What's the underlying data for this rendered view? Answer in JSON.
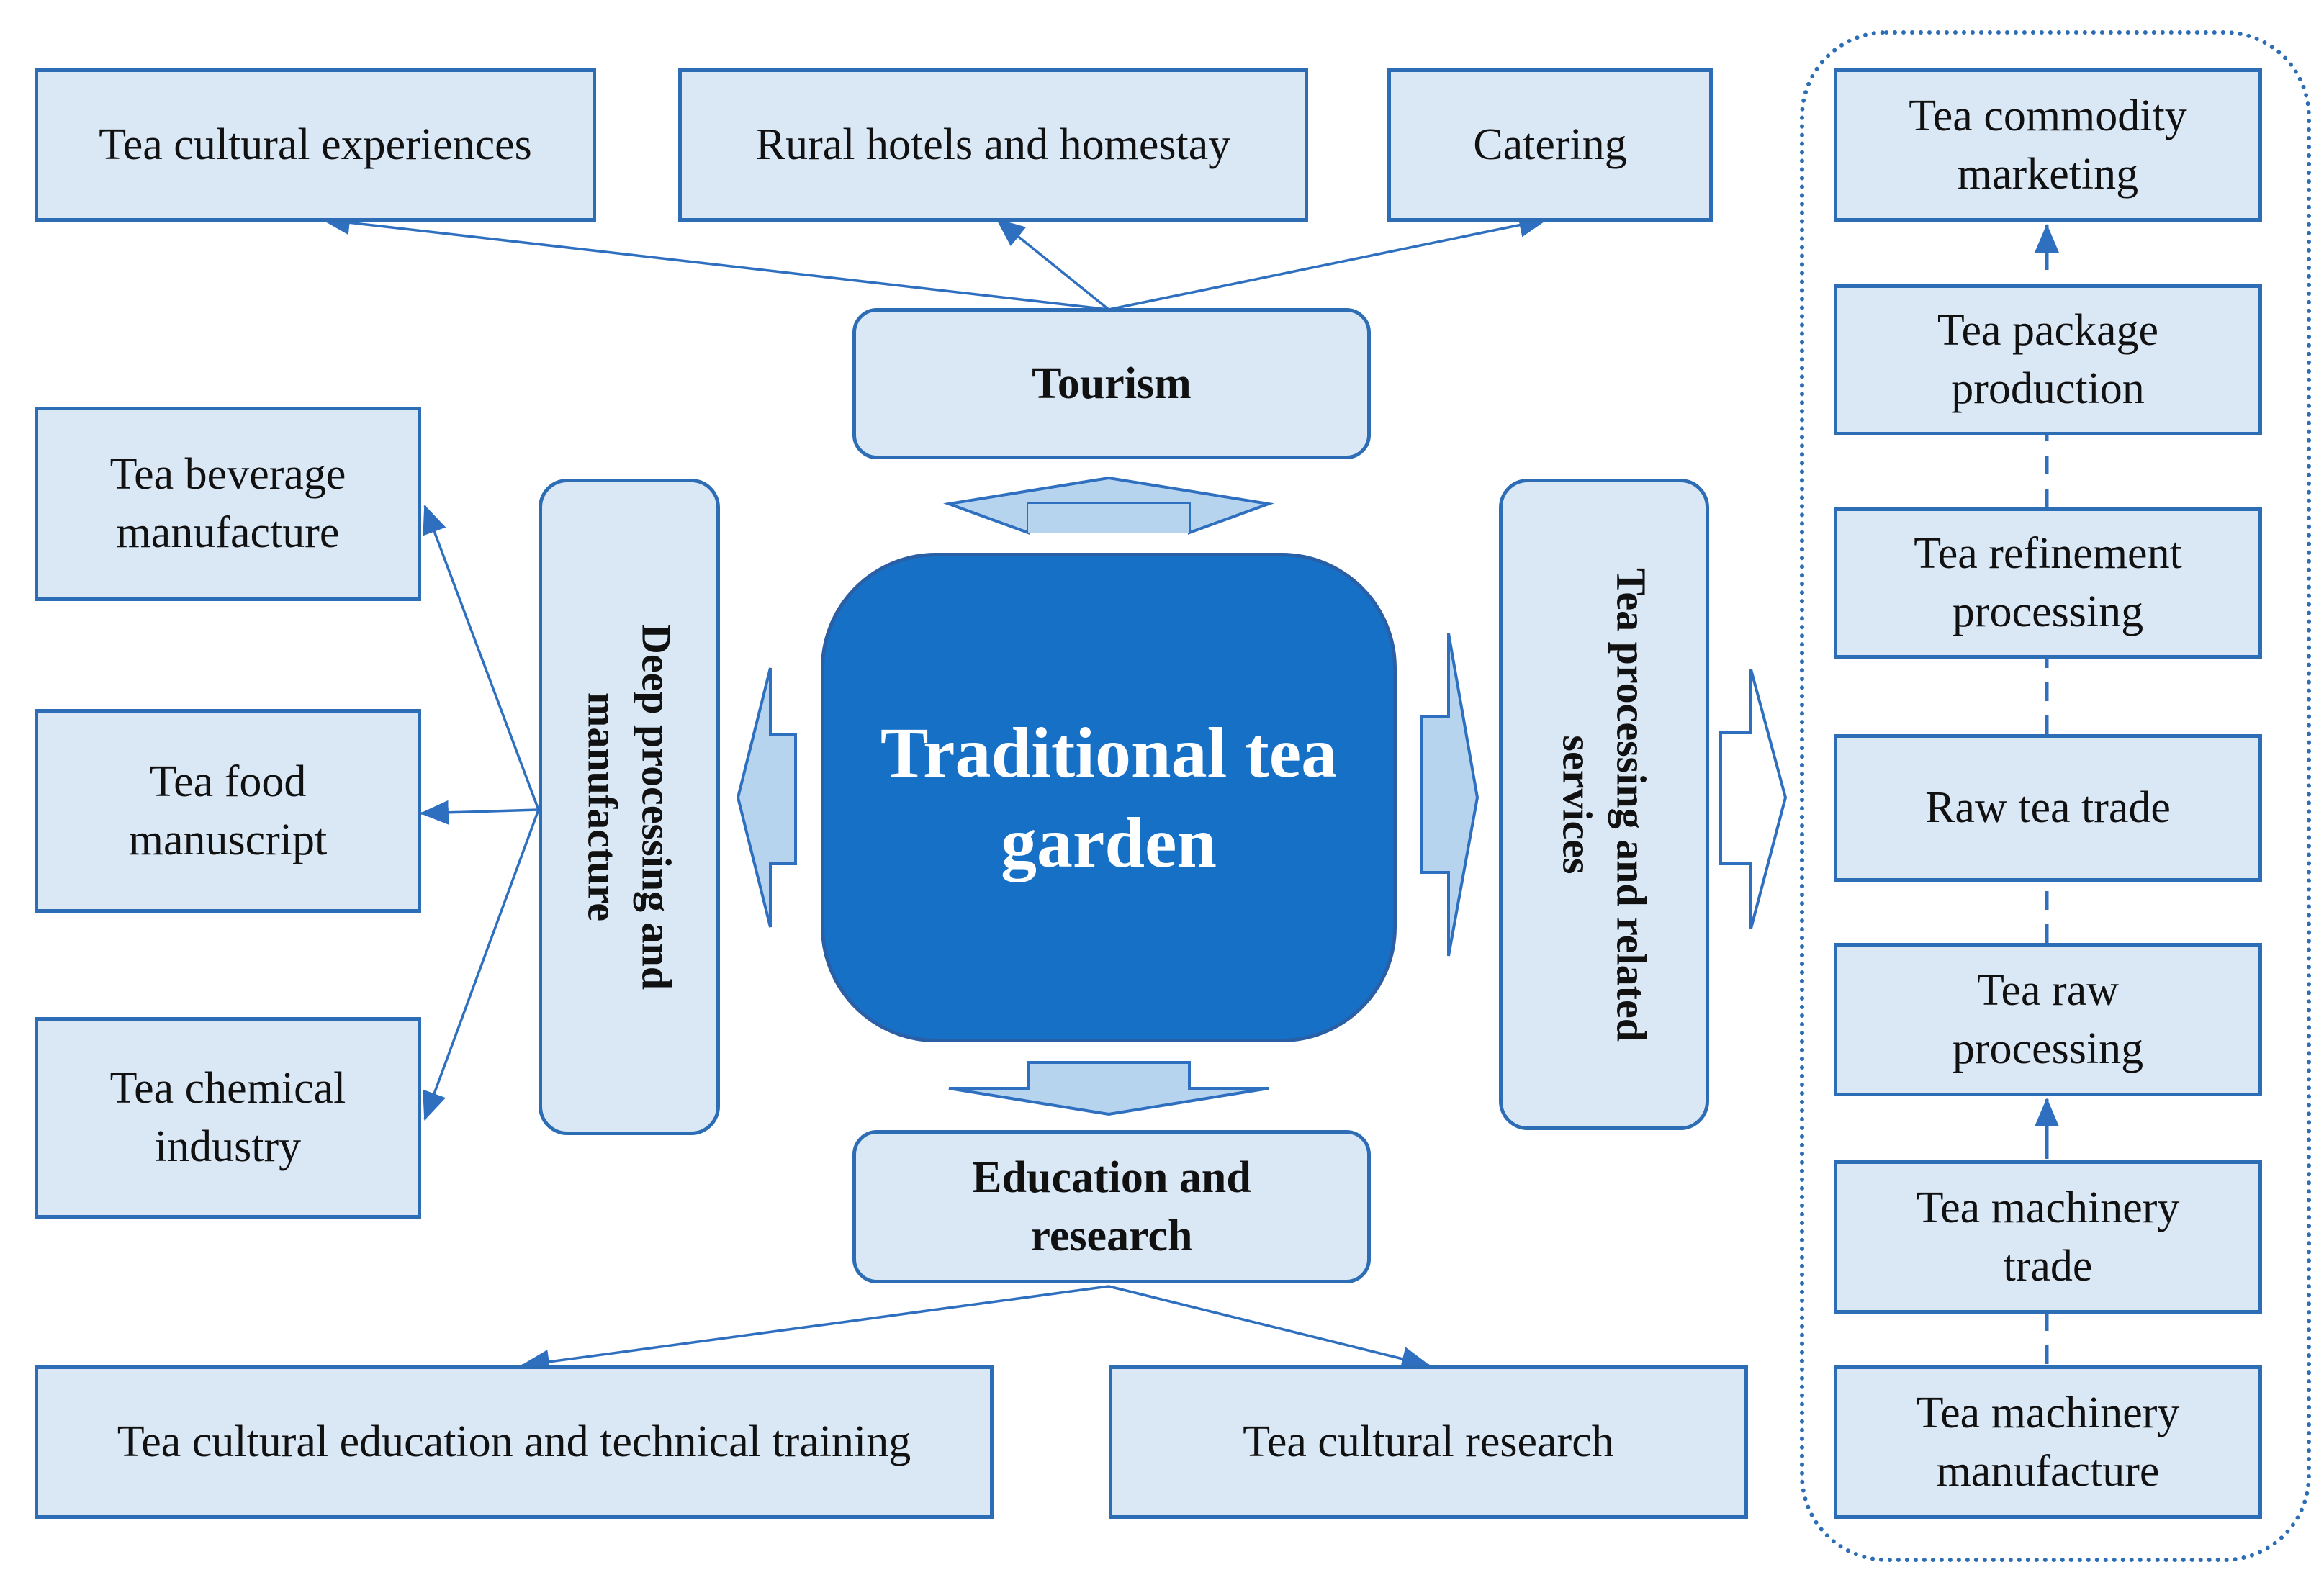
{
  "center": {
    "line1": "Traditional",
    "line2": "tea garden"
  },
  "tourism": {
    "label": "Tourism",
    "items": [
      "Tea cultural experiences",
      "Rural hotels and homestay",
      "Catering"
    ]
  },
  "education": {
    "line1": "Education and",
    "line2": "research",
    "items": [
      "Tea cultural education and technical training",
      "Tea cultural research"
    ]
  },
  "deep_processing": {
    "line1": "Deep processing and",
    "line2": "manufacture",
    "items": [
      {
        "line1": "Tea beverage",
        "line2": "manufacture"
      },
      {
        "line1": "Tea food",
        "line2": "manuscript"
      },
      {
        "line1": "Tea chemical",
        "line2": "industry"
      }
    ]
  },
  "tea_processing": {
    "line1": "Tea processing and related",
    "line2": "services"
  },
  "chain": [
    {
      "line1": "Tea commodity",
      "line2": "marketing"
    },
    {
      "line1": "Tea package",
      "line2": "production"
    },
    {
      "line1": "Tea refinement",
      "line2": "processing"
    },
    {
      "line1": "Raw tea trade",
      "line2": ""
    },
    {
      "line1": "Tea raw",
      "line2": "processing"
    },
    {
      "line1": "Tea machinery",
      "line2": "trade"
    },
    {
      "line1": "Tea machinery",
      "line2": "manufacture"
    }
  ],
  "colors": {
    "box_fill": "#dae7f5",
    "box_border": "#2d6db5",
    "core_fill": "#1570c6",
    "arrow_fill": "#b7d4ee"
  }
}
